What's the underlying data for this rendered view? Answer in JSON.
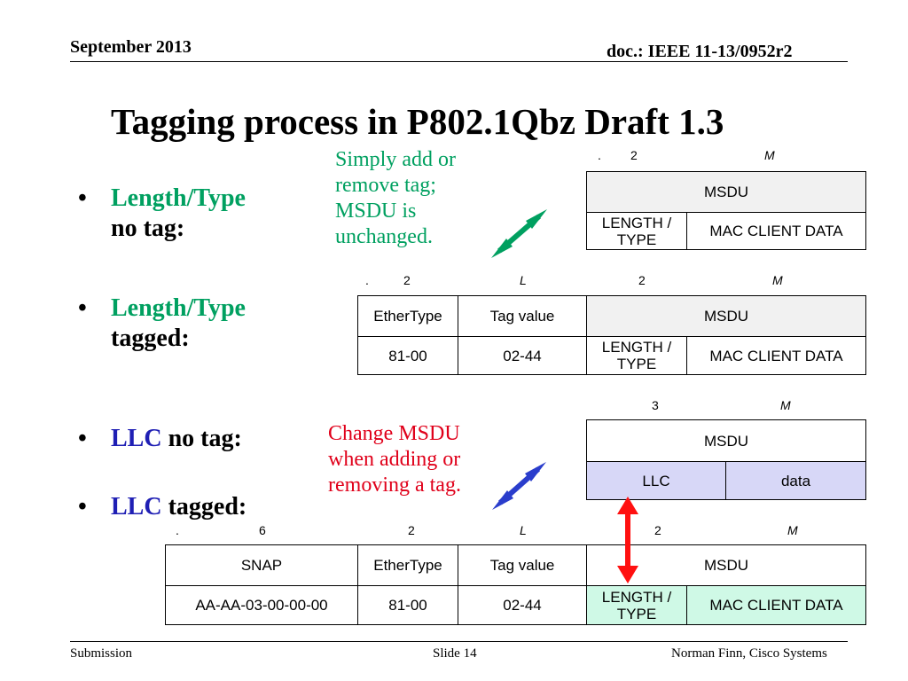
{
  "header": {
    "date": "September 2013",
    "doc": "doc.: IEEE 11-13/0952r2"
  },
  "title": "Tagging process in P802.1Qbz Draft 1.3",
  "bullets": [
    {
      "lead": "Length/Type",
      "rest": "no tag:"
    },
    {
      "lead": "Length/Type",
      "rest": "tagged:"
    },
    {
      "lead": "LLC",
      "rest": " no tag:"
    },
    {
      "lead": "LLC",
      "rest": " tagged:"
    }
  ],
  "bullet_symbol": "•",
  "notes": {
    "green": [
      "Simply add or",
      "remove tag;",
      "MSDU is",
      "unchanged."
    ],
    "red": [
      "Change MSDU",
      "when adding or",
      "removing a tag."
    ]
  },
  "diagrams": {
    "d1": {
      "sizes": [
        ".",
        "2",
        "M"
      ],
      "msdu": "MSDU",
      "lt": [
        "LENGTH /",
        "TYPE"
      ],
      "mcd": "MAC CLIENT DATA"
    },
    "d2": {
      "sizes": [
        ".",
        "2",
        "L",
        "2",
        "M"
      ],
      "ethertype": "EtherType",
      "tagvalue": "Tag value",
      "msdu": "MSDU",
      "ethval": "81-00",
      "tagval": "02-44",
      "lt": [
        "LENGTH /",
        "TYPE"
      ],
      "mcd": "MAC CLIENT DATA"
    },
    "d3": {
      "sizes": [
        "3",
        "M"
      ],
      "msdu": "MSDU",
      "llc": "LLC",
      "data": "data"
    },
    "d4": {
      "sizes": [
        ".",
        "6",
        "2",
        "L",
        "2",
        "M"
      ],
      "snap": "SNAP",
      "ethertype": "EtherType",
      "tagvalue": "Tag value",
      "msdu": "MSDU",
      "snapval": "AA-AA-03-00-00-00",
      "ethval": "81-00",
      "tagval": "02-44",
      "lt": [
        "LENGTH /",
        "TYPE"
      ],
      "mcd": "MAC CLIENT DATA"
    }
  },
  "colors": {
    "green_text": "#00a060",
    "blue_text": "#1f1fb4",
    "red_text": "#e0001a",
    "green_arrow": "#00a060",
    "blue_arrow": "#2a3dcc",
    "red_arrow": "#ff1010"
  },
  "footer": {
    "left": "Submission",
    "center": "Slide 14",
    "right": "Norman Finn, Cisco Systems"
  }
}
